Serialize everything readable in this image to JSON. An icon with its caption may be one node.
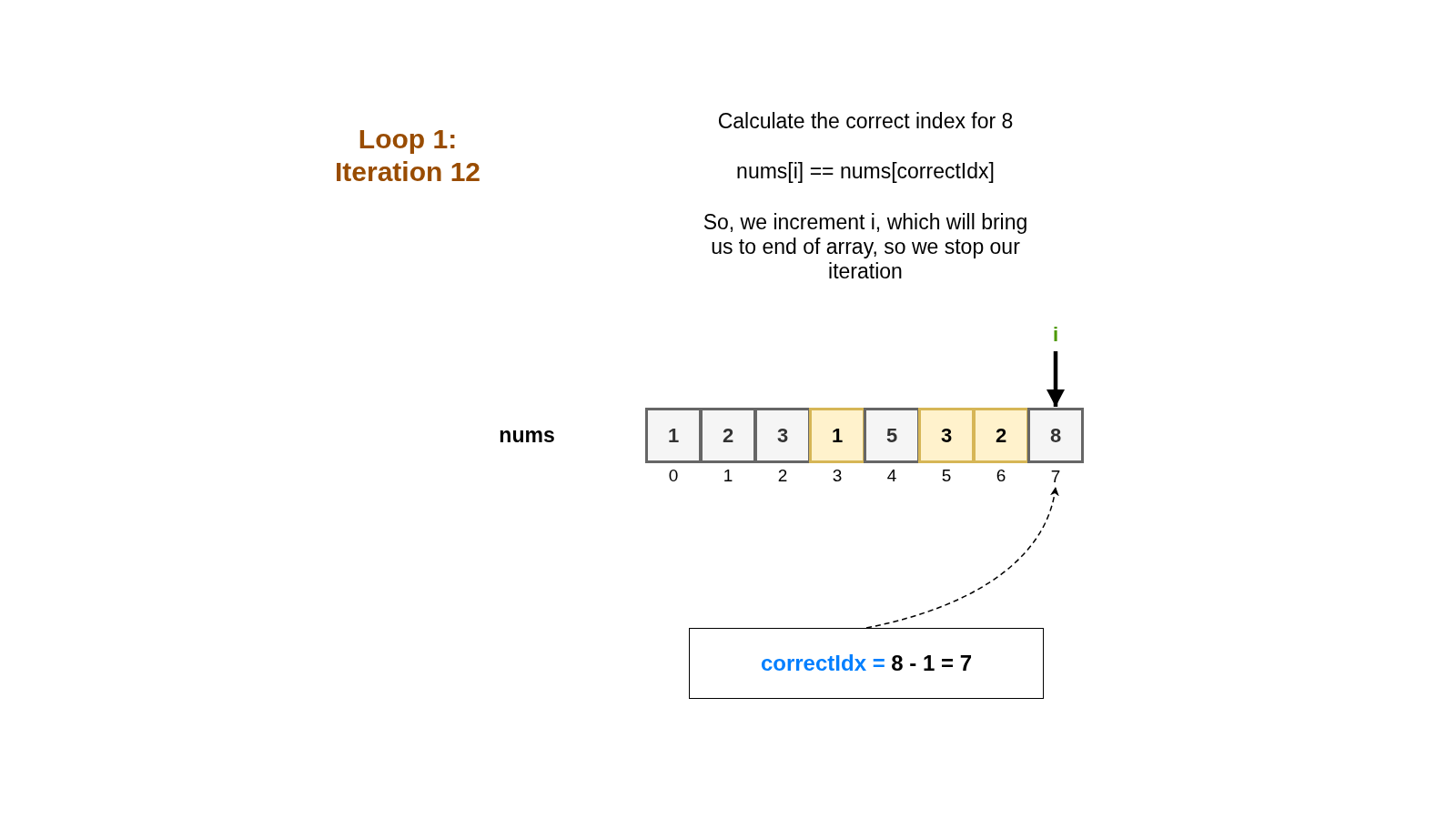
{
  "diagram": {
    "title": "Loop 1: Iteration 12",
    "nodes": [
      {
        "text": [
          "i"
        ]
      },
      {
        "text": [
          "1"
        ]
      },
      {
        "text": [
          "2"
        ]
      },
      {
        "text": [
          "3"
        ]
      },
      {
        "text": [
          "1"
        ]
      },
      {
        "text": [
          "5"
        ]
      },
      {
        "text": [
          "3"
        ]
      },
      {
        "text": [
          "2"
        ]
      },
      {
        "text": [
          "8"
        ]
      },
      {
        "text": [
          "7"
        ]
      },
      {
        "text": [
          "correctIdx =",
          "8 - 1 = 7"
        ]
      }
    ],
    "edges": [
      {
        "from": 0,
        "to": 8,
        "arrow": "to",
        "style": "thick"
      },
      {
        "from": 10,
        "to": 9,
        "arrow": "to",
        "style": "dashed"
      }
    ],
    "labels": [
      "Calculate the correct index for 8",
      "nums[i] == nums[correctIdx]",
      "So, we increment i, which will bring us to end of array, so we stop our iteration",
      "nums",
      "0",
      "1",
      "2",
      "3",
      "4",
      "5",
      "6"
    ]
  }
}
